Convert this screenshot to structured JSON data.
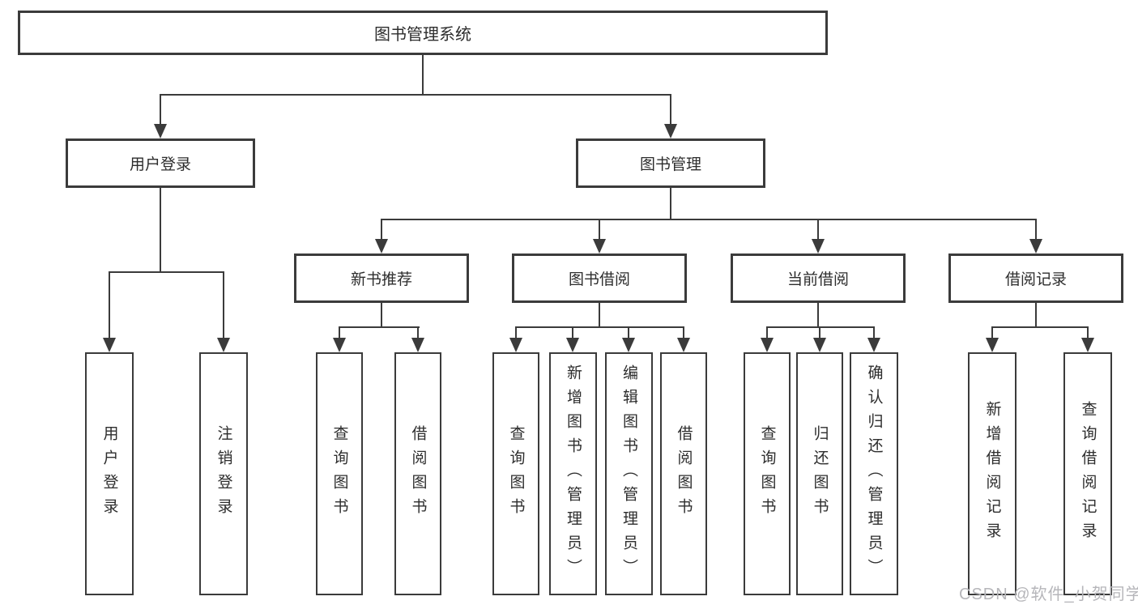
{
  "tree": {
    "label": "图书管理系统",
    "children": [
      {
        "label": "用户登录",
        "children": [
          {
            "label": "用户登录"
          },
          {
            "label": "注销登录"
          }
        ]
      },
      {
        "label": "图书管理",
        "children": [
          {
            "label": "新书推荐",
            "children": [
              {
                "label": "查询图书"
              },
              {
                "label": "借阅图书"
              }
            ]
          },
          {
            "label": "图书借阅",
            "children": [
              {
                "label": "查询图书"
              },
              {
                "label": "新增图书（管理员）"
              },
              {
                "label": "编辑图书（管理员）"
              },
              {
                "label": "借阅图书"
              }
            ]
          },
          {
            "label": "当前借阅",
            "children": [
              {
                "label": "查询图书"
              },
              {
                "label": "归还图书"
              },
              {
                "label": "确认归还（管理员）"
              }
            ]
          },
          {
            "label": "借阅记录",
            "children": [
              {
                "label": "新增借阅记录"
              },
              {
                "label": "查询借阅记录"
              }
            ]
          }
        ]
      }
    ]
  },
  "watermark": "CSDN @软件_小贺同学",
  "colors": {
    "stroke": "#3b3b3b",
    "text": "#2d2d2d",
    "watermark": "#b6b6ba"
  }
}
